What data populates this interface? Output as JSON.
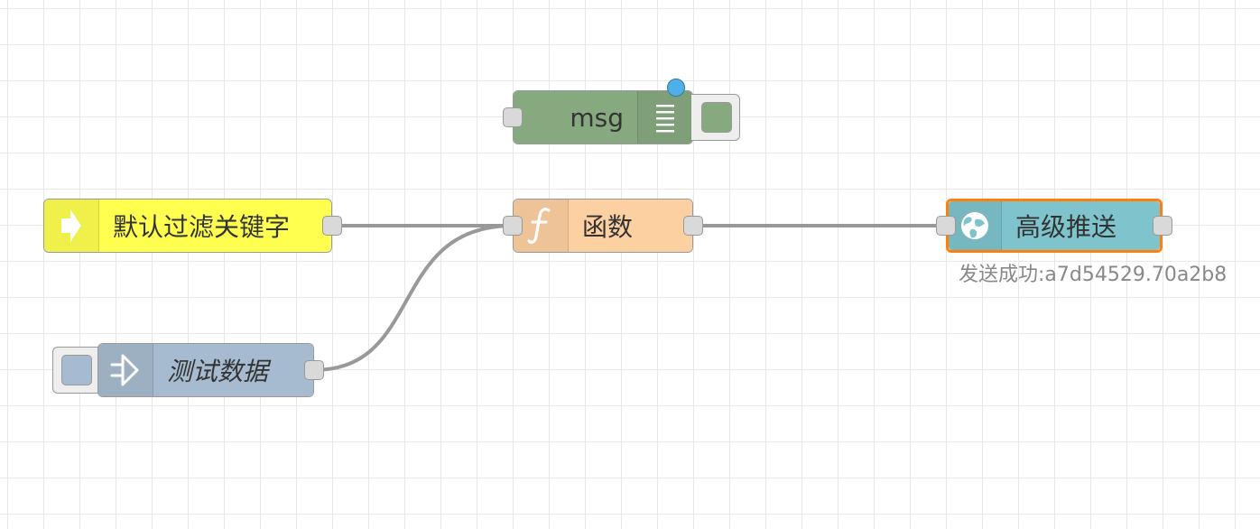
{
  "colors": {
    "canvas_bg": "#ffffff",
    "grid_line": "#e8e8e8",
    "wire": "#999999",
    "node_border": "#999999",
    "port_fill": "#d9d9d9",
    "selected_outline": "#ff7f0e",
    "changed_dot": "#4fb0e8"
  },
  "nodes": {
    "debug": {
      "label": "msg",
      "icon": "list-lines-icon",
      "color": "#87a980"
    },
    "inject_default": {
      "label": "默认过滤关键字",
      "icon": "arrow-right-icon",
      "color": "#ffff50"
    },
    "function": {
      "label": "函数",
      "icon": "function-f-icon",
      "color": "#fdd0a2"
    },
    "http_push": {
      "label": "高级推送",
      "icon": "globe-icon",
      "color": "#7fc3cc",
      "status_text": "发送成功:a7d54529.70a2b8"
    },
    "inject_test": {
      "label": "测试数据",
      "icon": "link-in-arrow-icon",
      "color": "#a6bbcf"
    }
  }
}
